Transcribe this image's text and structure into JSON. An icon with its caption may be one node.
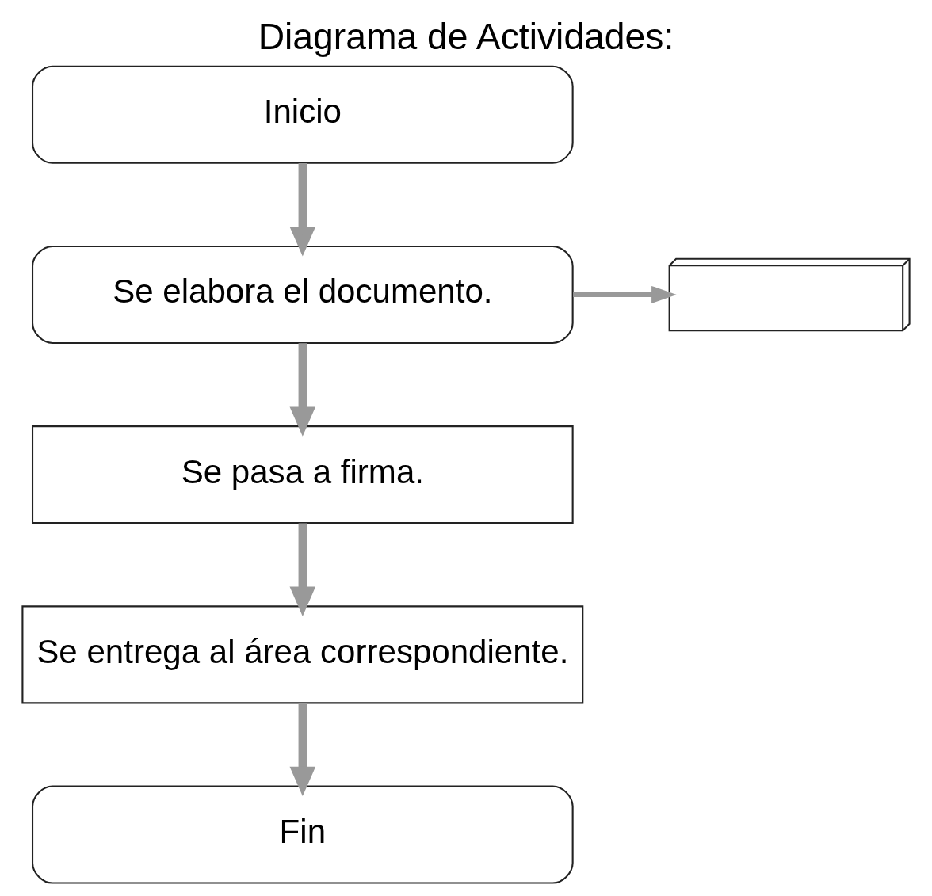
{
  "diagram": {
    "title": "Diagrama de Actividades:",
    "nodes": [
      {
        "text": [
          "Inicio"
        ]
      },
      {
        "text": [
          "Se elabora el documento."
        ]
      },
      {
        "text": [],
        "shape": "document"
      },
      {
        "text": [
          "Se pasa a firma."
        ]
      },
      {
        "text": [
          "Se entrega al área correspondiente."
        ]
      },
      {
        "text": [
          "Fin"
        ]
      }
    ],
    "edges": [
      {
        "from": 0,
        "to": 1,
        "arrow": "to"
      },
      {
        "from": 1,
        "to": 2,
        "arrow": "to"
      },
      {
        "from": 1,
        "to": 3,
        "arrow": "to"
      },
      {
        "from": 3,
        "to": 4,
        "arrow": "to"
      },
      {
        "from": 4,
        "to": 5,
        "arrow": "to"
      }
    ]
  }
}
